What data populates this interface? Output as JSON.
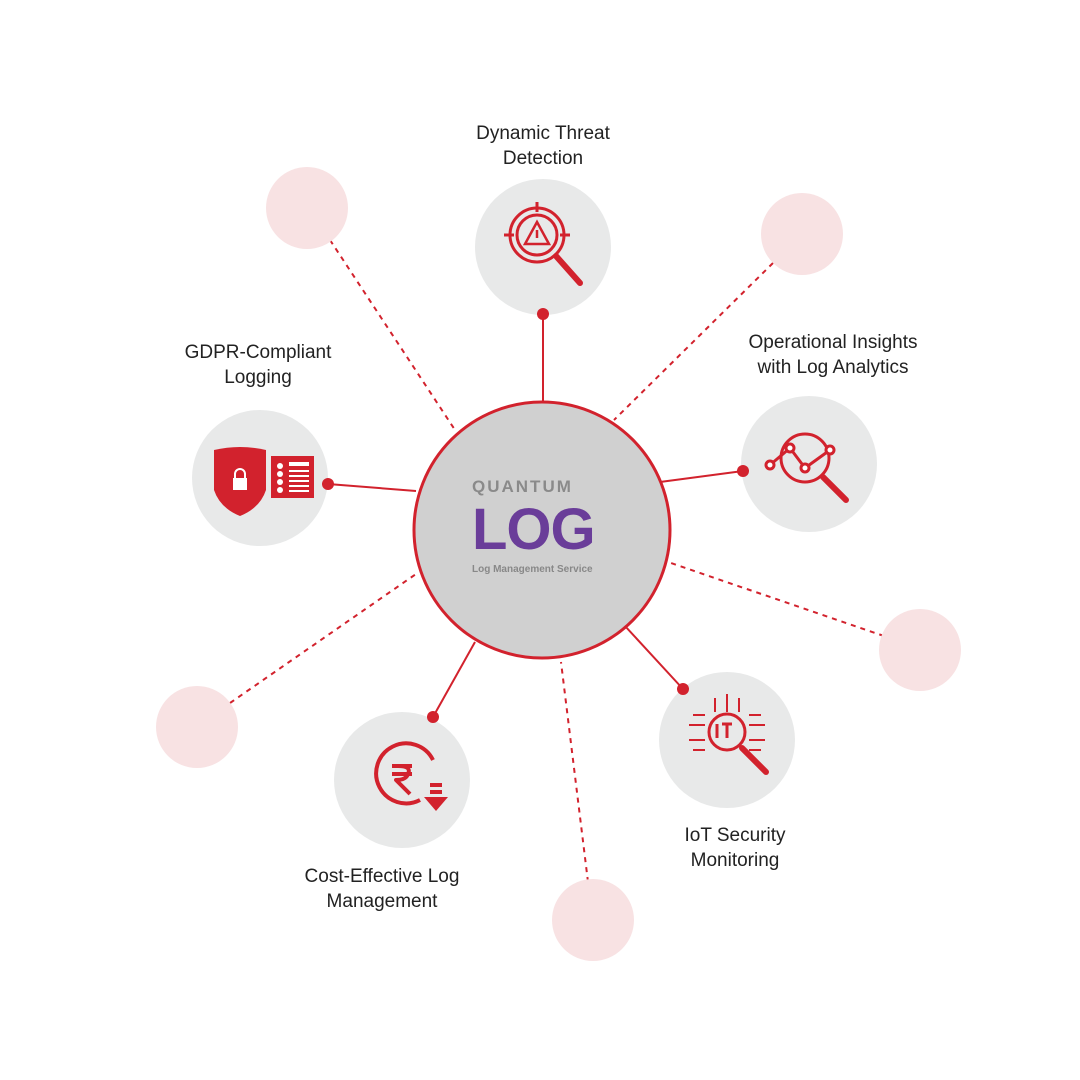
{
  "colors": {
    "accent": "#d2222d",
    "node_fill": "#e8e9e9",
    "hub_fill": "#d0d0d0",
    "ghost_fill": "#f8e2e3",
    "logo_purple": "#6a3d99"
  },
  "hub": {
    "logo_top": "QUANTUM",
    "logo_main": "LOG",
    "logo_sub": "Log Management Service"
  },
  "nodes": [
    {
      "line1": "Dynamic Threat",
      "line2": "Detection",
      "icon": "threat-detection-icon"
    },
    {
      "line1": "Operational Insights",
      "line2": "with Log Analytics",
      "icon": "log-analytics-icon"
    },
    {
      "line1": "IoT Security",
      "line2": "Monitoring",
      "icon": "iot-security-icon"
    },
    {
      "line1": "Cost-Effective Log",
      "line2": "Management",
      "icon": "rupee-cost-down-icon"
    },
    {
      "line1": "GDPR-Compliant",
      "line2": "Logging",
      "icon": "gdpr-shield-icon"
    }
  ]
}
